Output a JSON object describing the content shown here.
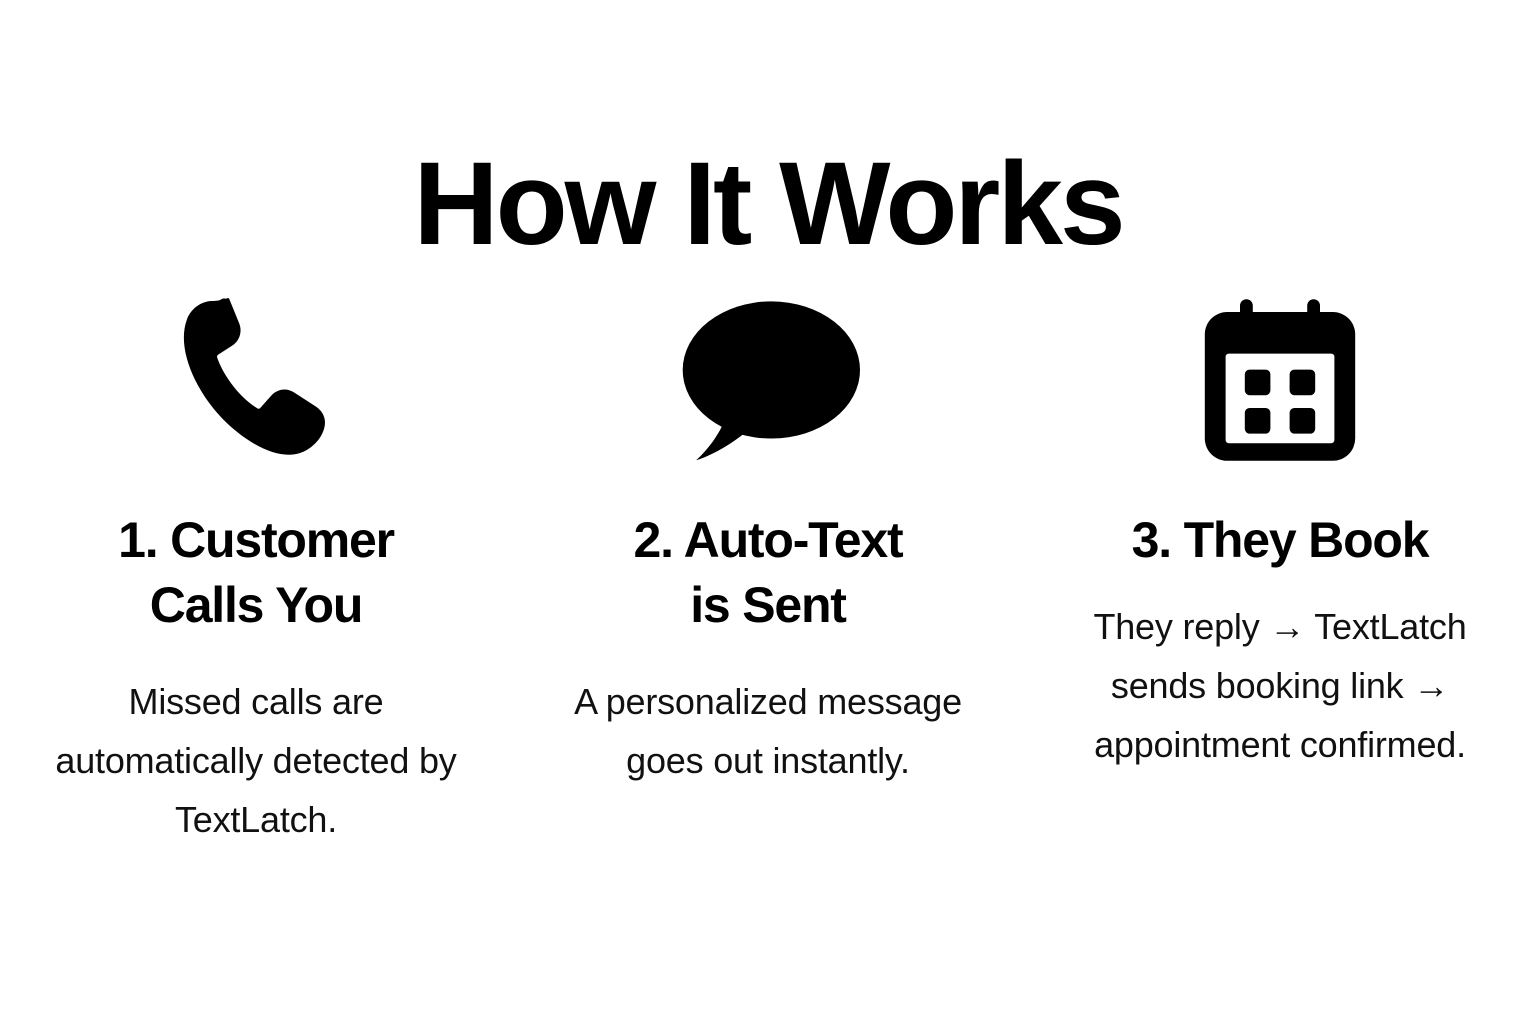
{
  "header": {
    "title": "How It Works"
  },
  "theme": {
    "background": "#ffffff",
    "foreground": "#000000",
    "body_text": "#111111"
  },
  "steps": [
    {
      "icon": "phone-handset-icon",
      "heading": "1. Customer\nCalls You",
      "body": "Missed calls are automatically detected by TextLatch."
    },
    {
      "icon": "speech-bubble-icon",
      "heading": "2. Auto-Text\nis Sent",
      "body": "A personalized message goes out instantly."
    },
    {
      "icon": "calendar-icon",
      "heading": "3. They Book",
      "body": "They reply → TextLatch sends booking link → appointment confirmed."
    }
  ]
}
